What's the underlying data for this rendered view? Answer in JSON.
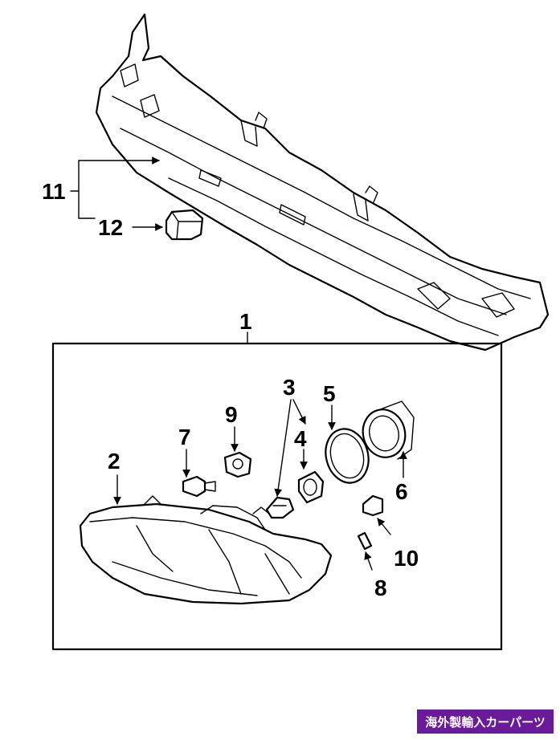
{
  "callouts": {
    "c1": "1",
    "c2": "2",
    "c3": "3",
    "c4": "4",
    "c5": "5",
    "c6": "6",
    "c7": "7",
    "c8": "8",
    "c9": "9",
    "c10": "10",
    "c11": "11",
    "c12": "12"
  },
  "banner": {
    "text": "海外製輸入カーパーツ",
    "color": "#6a1b9a"
  }
}
